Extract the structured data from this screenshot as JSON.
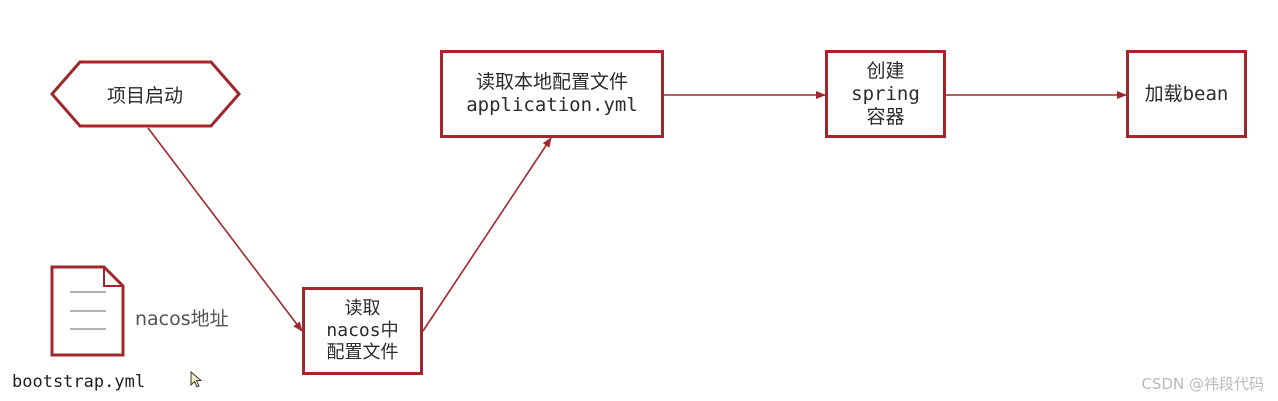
{
  "diagram": {
    "start": {
      "label": "项目启动"
    },
    "nodes": {
      "local_config": {
        "line1": "读取本地配置文件",
        "line2": "application.yml"
      },
      "spring": {
        "line1": "创建",
        "line2": "spring",
        "line3": "容器"
      },
      "bean": {
        "label": "加载bean"
      },
      "nacos_read": {
        "line1": "读取",
        "line2": "nacos中",
        "line3": "配置文件"
      }
    },
    "document": {
      "content_label": "nacos地址",
      "file_name": "bootstrap.yml"
    },
    "arrow_color": "#a0282c",
    "box_border_color": "#a0282c"
  },
  "watermark": "CSDN @祎段代码"
}
